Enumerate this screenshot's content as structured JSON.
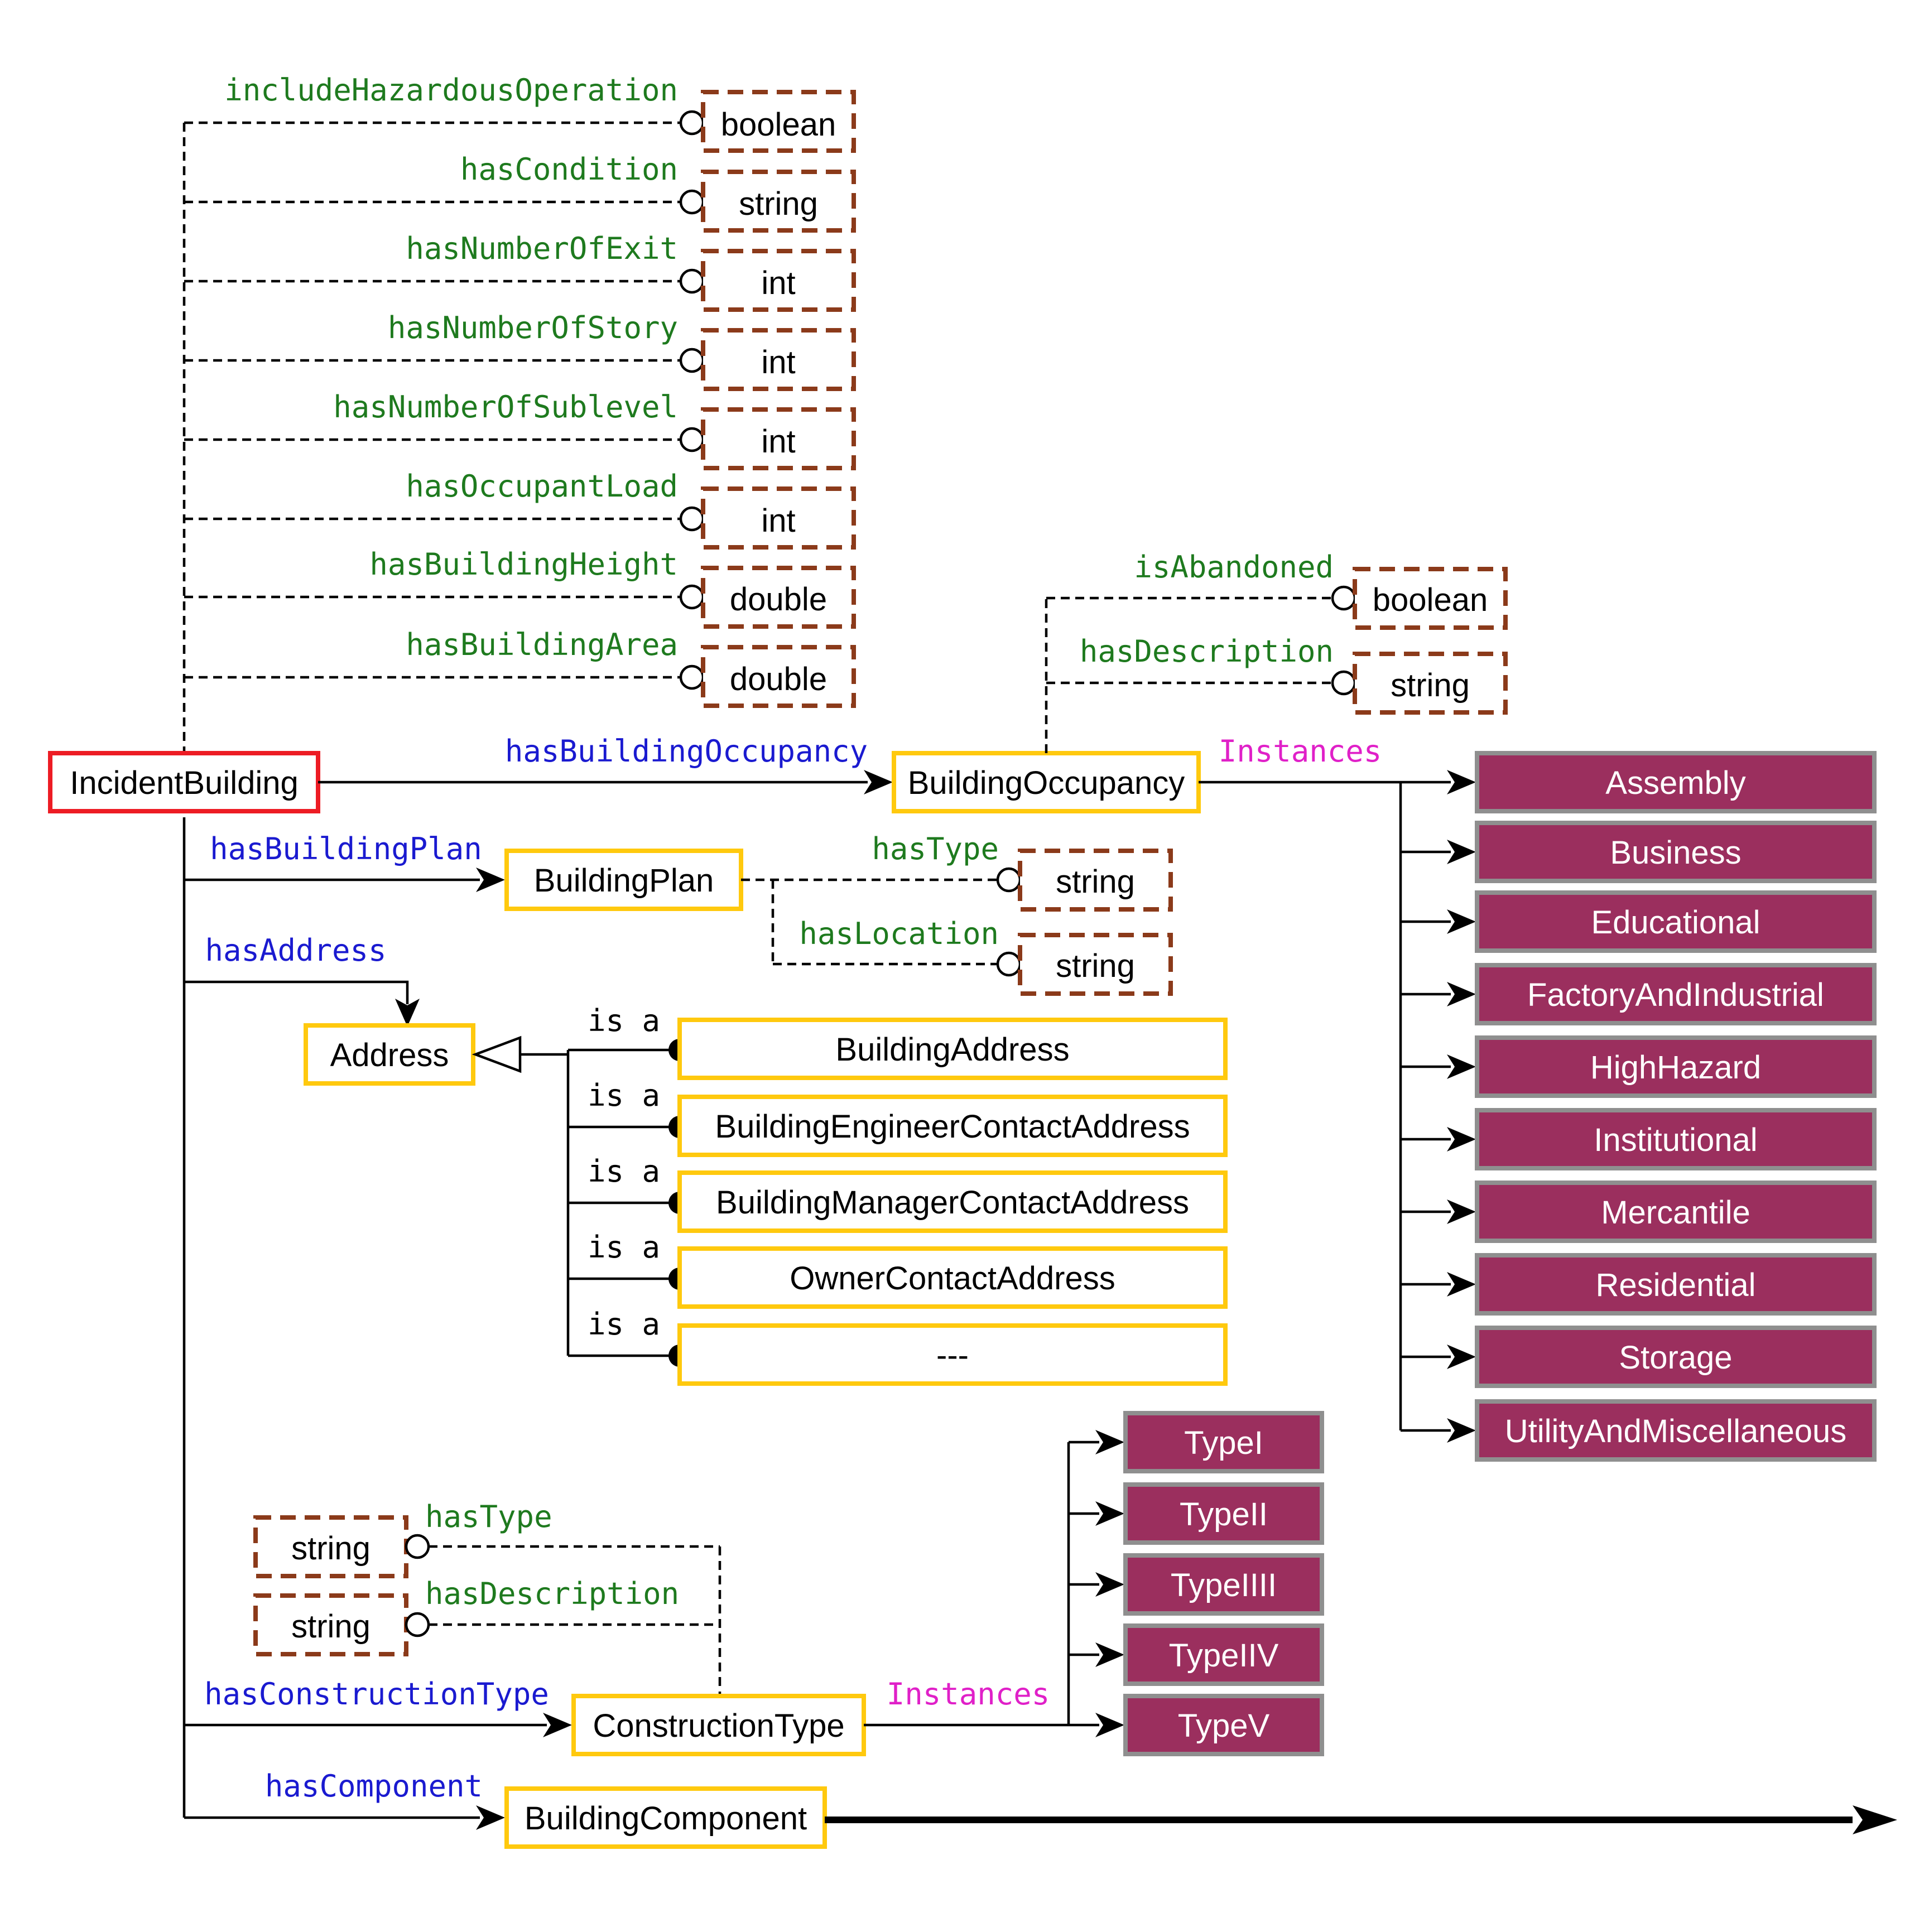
{
  "classes": {
    "incident_building": "IncidentBuilding",
    "building_occupancy": "BuildingOccupancy",
    "building_plan": "BuildingPlan",
    "address": "Address",
    "construction_type": "ConstructionType",
    "building_component": "BuildingComponent"
  },
  "data_properties": {
    "include_hazardous_operation": "includeHazardousOperation",
    "has_condition": "hasCondition",
    "has_number_of_exit": "hasNumberOfExit",
    "has_number_of_story": "hasNumberOfStory",
    "has_number_of_sublevel": "hasNumberOfSublevel",
    "has_occupant_load": "hasOccupantLoad",
    "has_building_height": "hasBuildingHeight",
    "has_building_area": "hasBuildingArea",
    "is_abandoned": "isAbandoned",
    "has_description": "hasDescription",
    "has_type": "hasType",
    "has_location": "hasLocation"
  },
  "datatypes": {
    "boolean": "boolean",
    "string": "string",
    "int": "int",
    "double": "double"
  },
  "object_properties": {
    "has_building_occupancy": "hasBuildingOccupancy",
    "has_building_plan": "hasBuildingPlan",
    "has_address": "hasAddress",
    "has_construction_type": "hasConstructionType",
    "has_component": "hasComponent"
  },
  "relations": {
    "instances": "Instances",
    "is_a": "is a"
  },
  "address_subclasses": [
    "BuildingAddress",
    "BuildingEngineerContactAddress",
    "BuildingManagerContactAddress",
    "OwnerContactAddress",
    "---"
  ],
  "occupancy_instances": [
    "Assembly",
    "Business",
    "Educational",
    "FactoryAndIndustrial",
    "HighHazard",
    "Institutional",
    "Mercantile",
    "Residential",
    "Storage",
    "UtilityAndMiscellaneous"
  ],
  "construction_instances": [
    "TypeI",
    "TypeII",
    "TypeIIII",
    "TypeIIV",
    "TypeV"
  ],
  "colors": {
    "class_border": "#FFC90E",
    "root_border": "#ED1C24",
    "datatype_border": "#8B3A1A",
    "instance_fill": "#9B2F5E",
    "instance_border": "#8F8F8F",
    "data_property_label": "#1E7A1E",
    "object_property_label": "#1A1AD0",
    "instances_label": "#E020C8"
  }
}
